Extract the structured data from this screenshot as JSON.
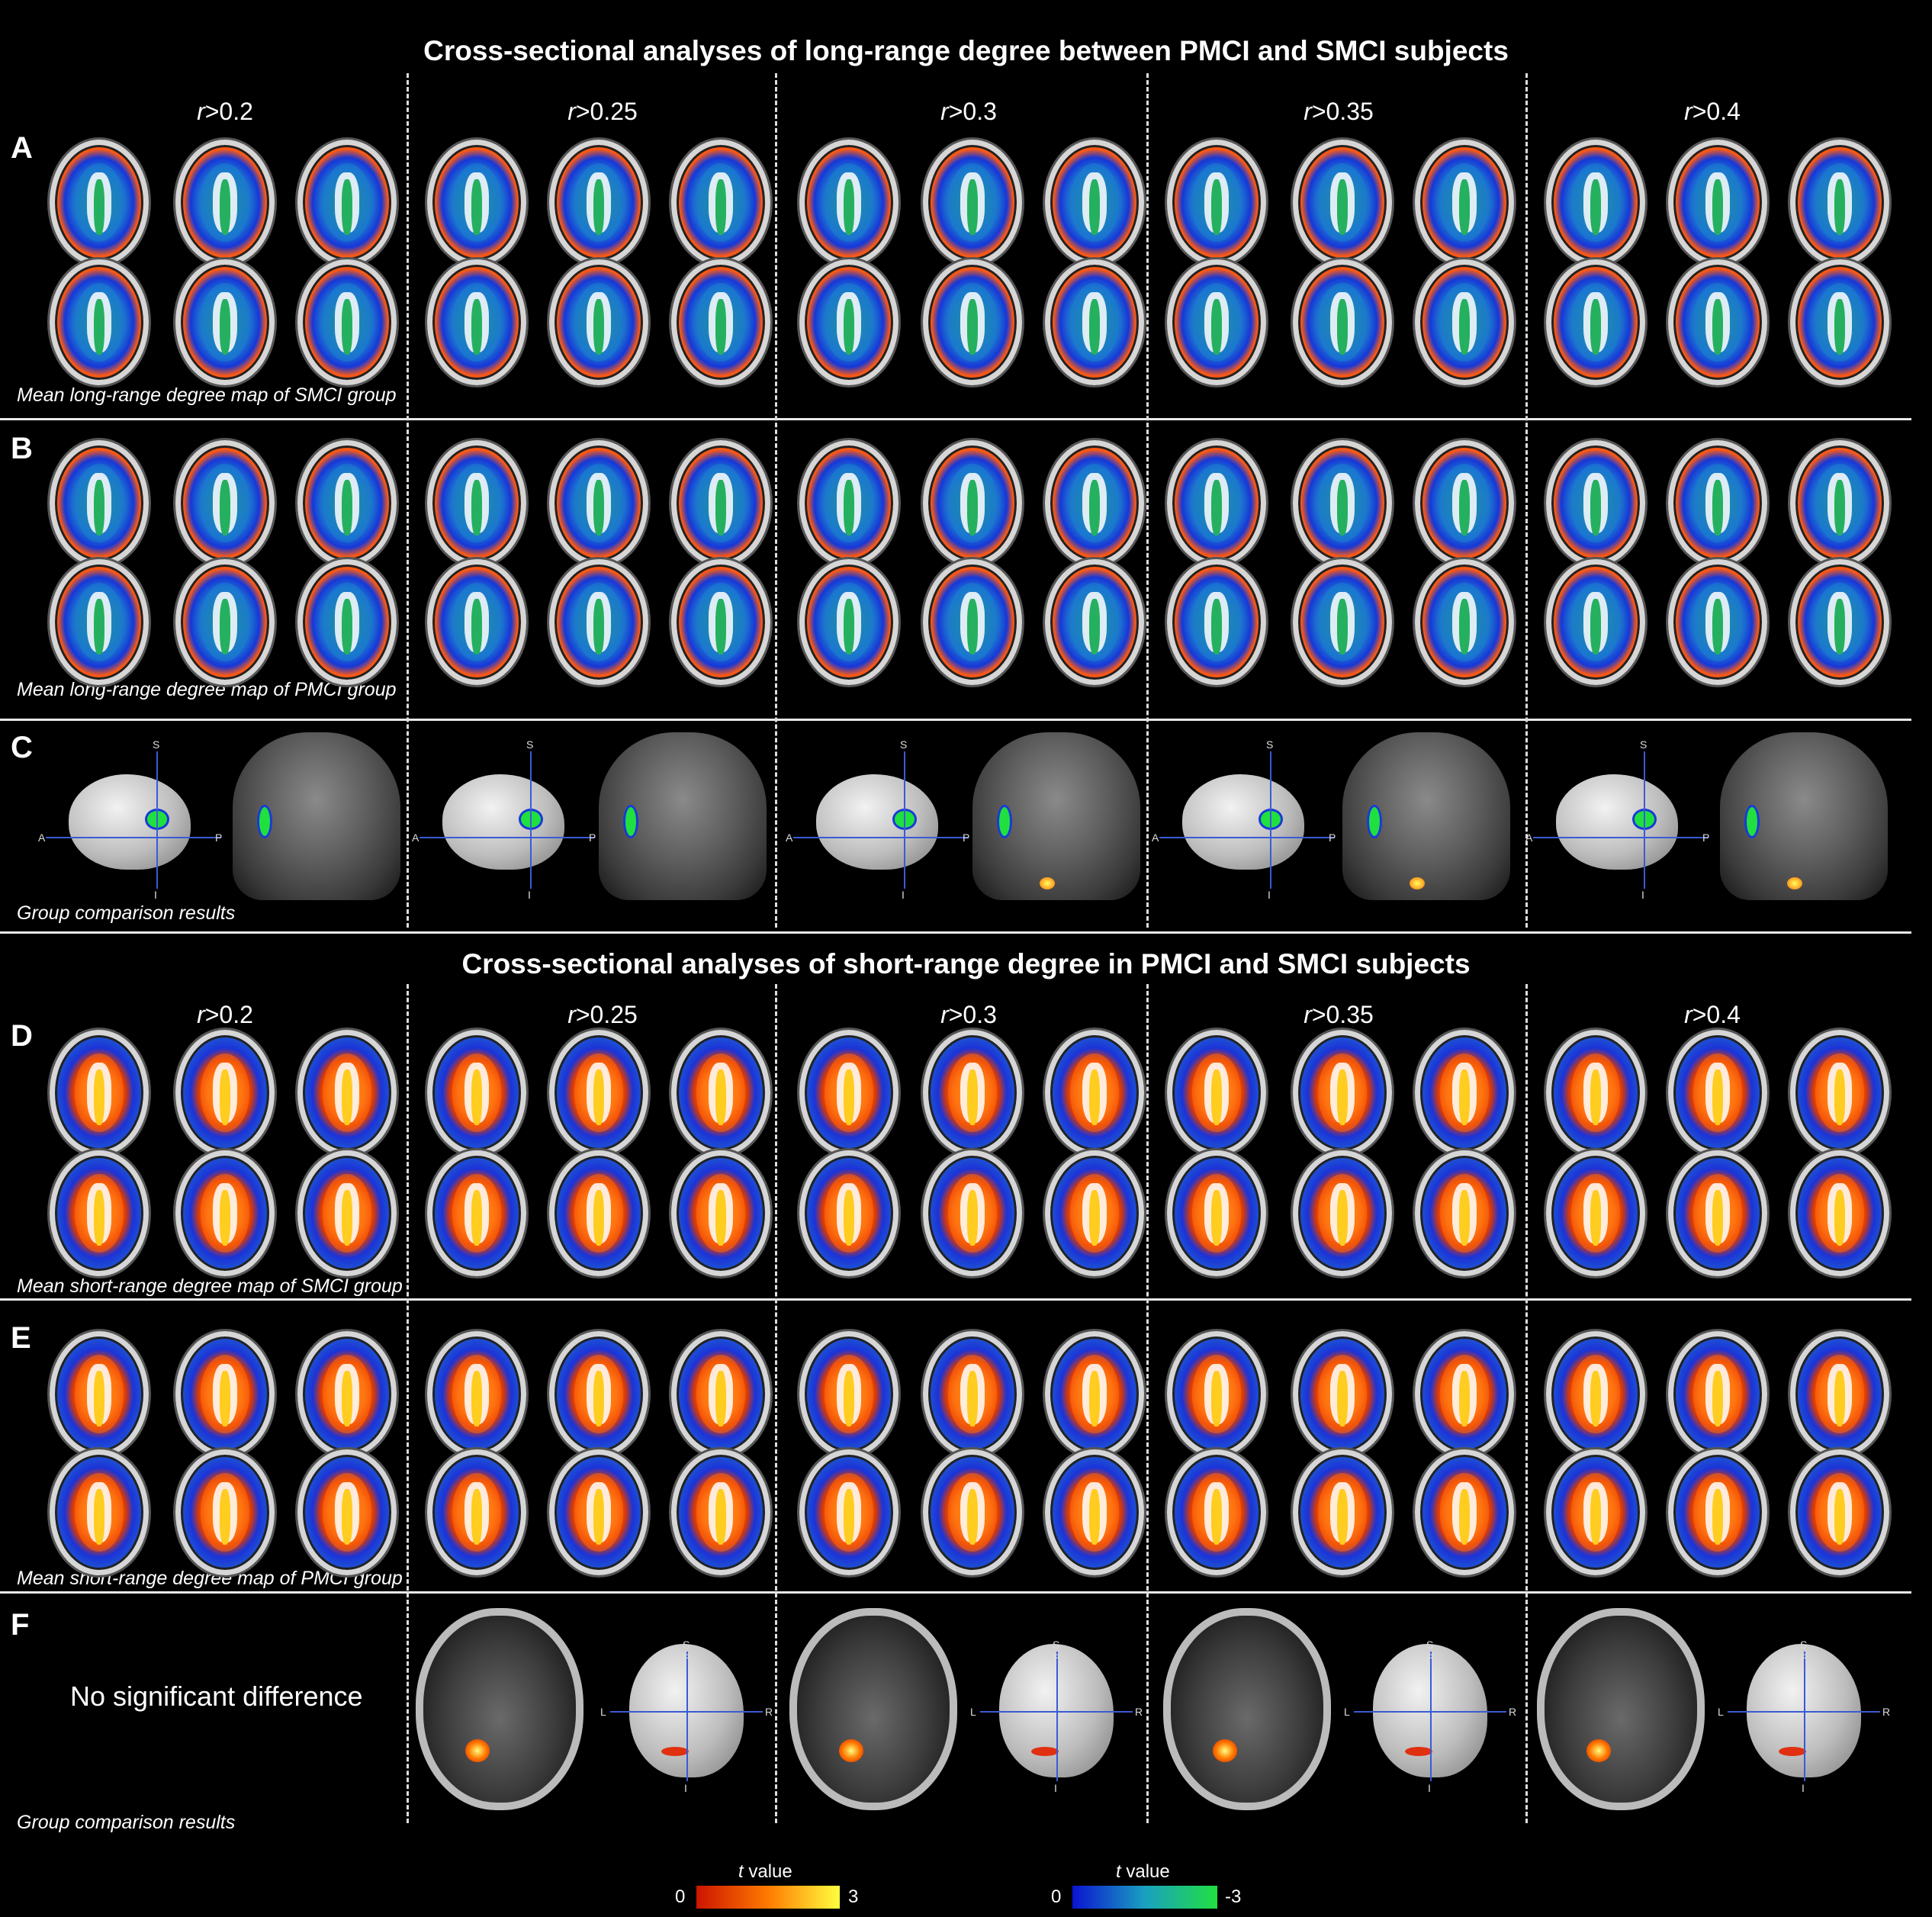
{
  "titles": {
    "long": "Cross-sectional analyses of long-range degree between PMCI and SMCI subjects",
    "short": "Cross-sectional analyses of short-range degree in PMCI and SMCI subjects"
  },
  "thresholds": [
    {
      "r": "r",
      "v": ">0.2"
    },
    {
      "r": "r",
      "v": ">0.25"
    },
    {
      "r": "r",
      "v": ">0.3"
    },
    {
      "r": "r",
      "v": ">0.35"
    },
    {
      "r": "r",
      "v": ">0.4"
    }
  ],
  "panels": {
    "A": {
      "letter": "A",
      "caption": "Mean long-range degree map of SMCI group"
    },
    "B": {
      "letter": "B",
      "caption": "Mean  long-range degree map of PMCI group"
    },
    "C": {
      "letter": "C",
      "caption": "Group  comparison results"
    },
    "D": {
      "letter": "D",
      "caption": "Mean short-range degree map of SMCI group"
    },
    "E": {
      "letter": "E",
      "caption": "Mean short-range degree map of PMCI group"
    },
    "F": {
      "letter": "F",
      "caption": "Group comparison results"
    }
  },
  "no_diff": "No significant difference",
  "axes3d": {
    "S": "S",
    "A": "A",
    "P": "P",
    "I": "I",
    "L": "L",
    "R": "R"
  },
  "colorbars": {
    "pos": {
      "label_italic": "t",
      "label": " value",
      "min": "0",
      "max": "3",
      "color_low": "#cc1400",
      "color_mid": "#ff7a00",
      "color_high": "#ffff40"
    },
    "neg": {
      "label_italic": "t",
      "label": " value",
      "min": "0",
      "max": "-3",
      "color_low": "#0a14d0",
      "color_mid": "#1aa0c0",
      "color_high": "#20e040"
    }
  }
}
